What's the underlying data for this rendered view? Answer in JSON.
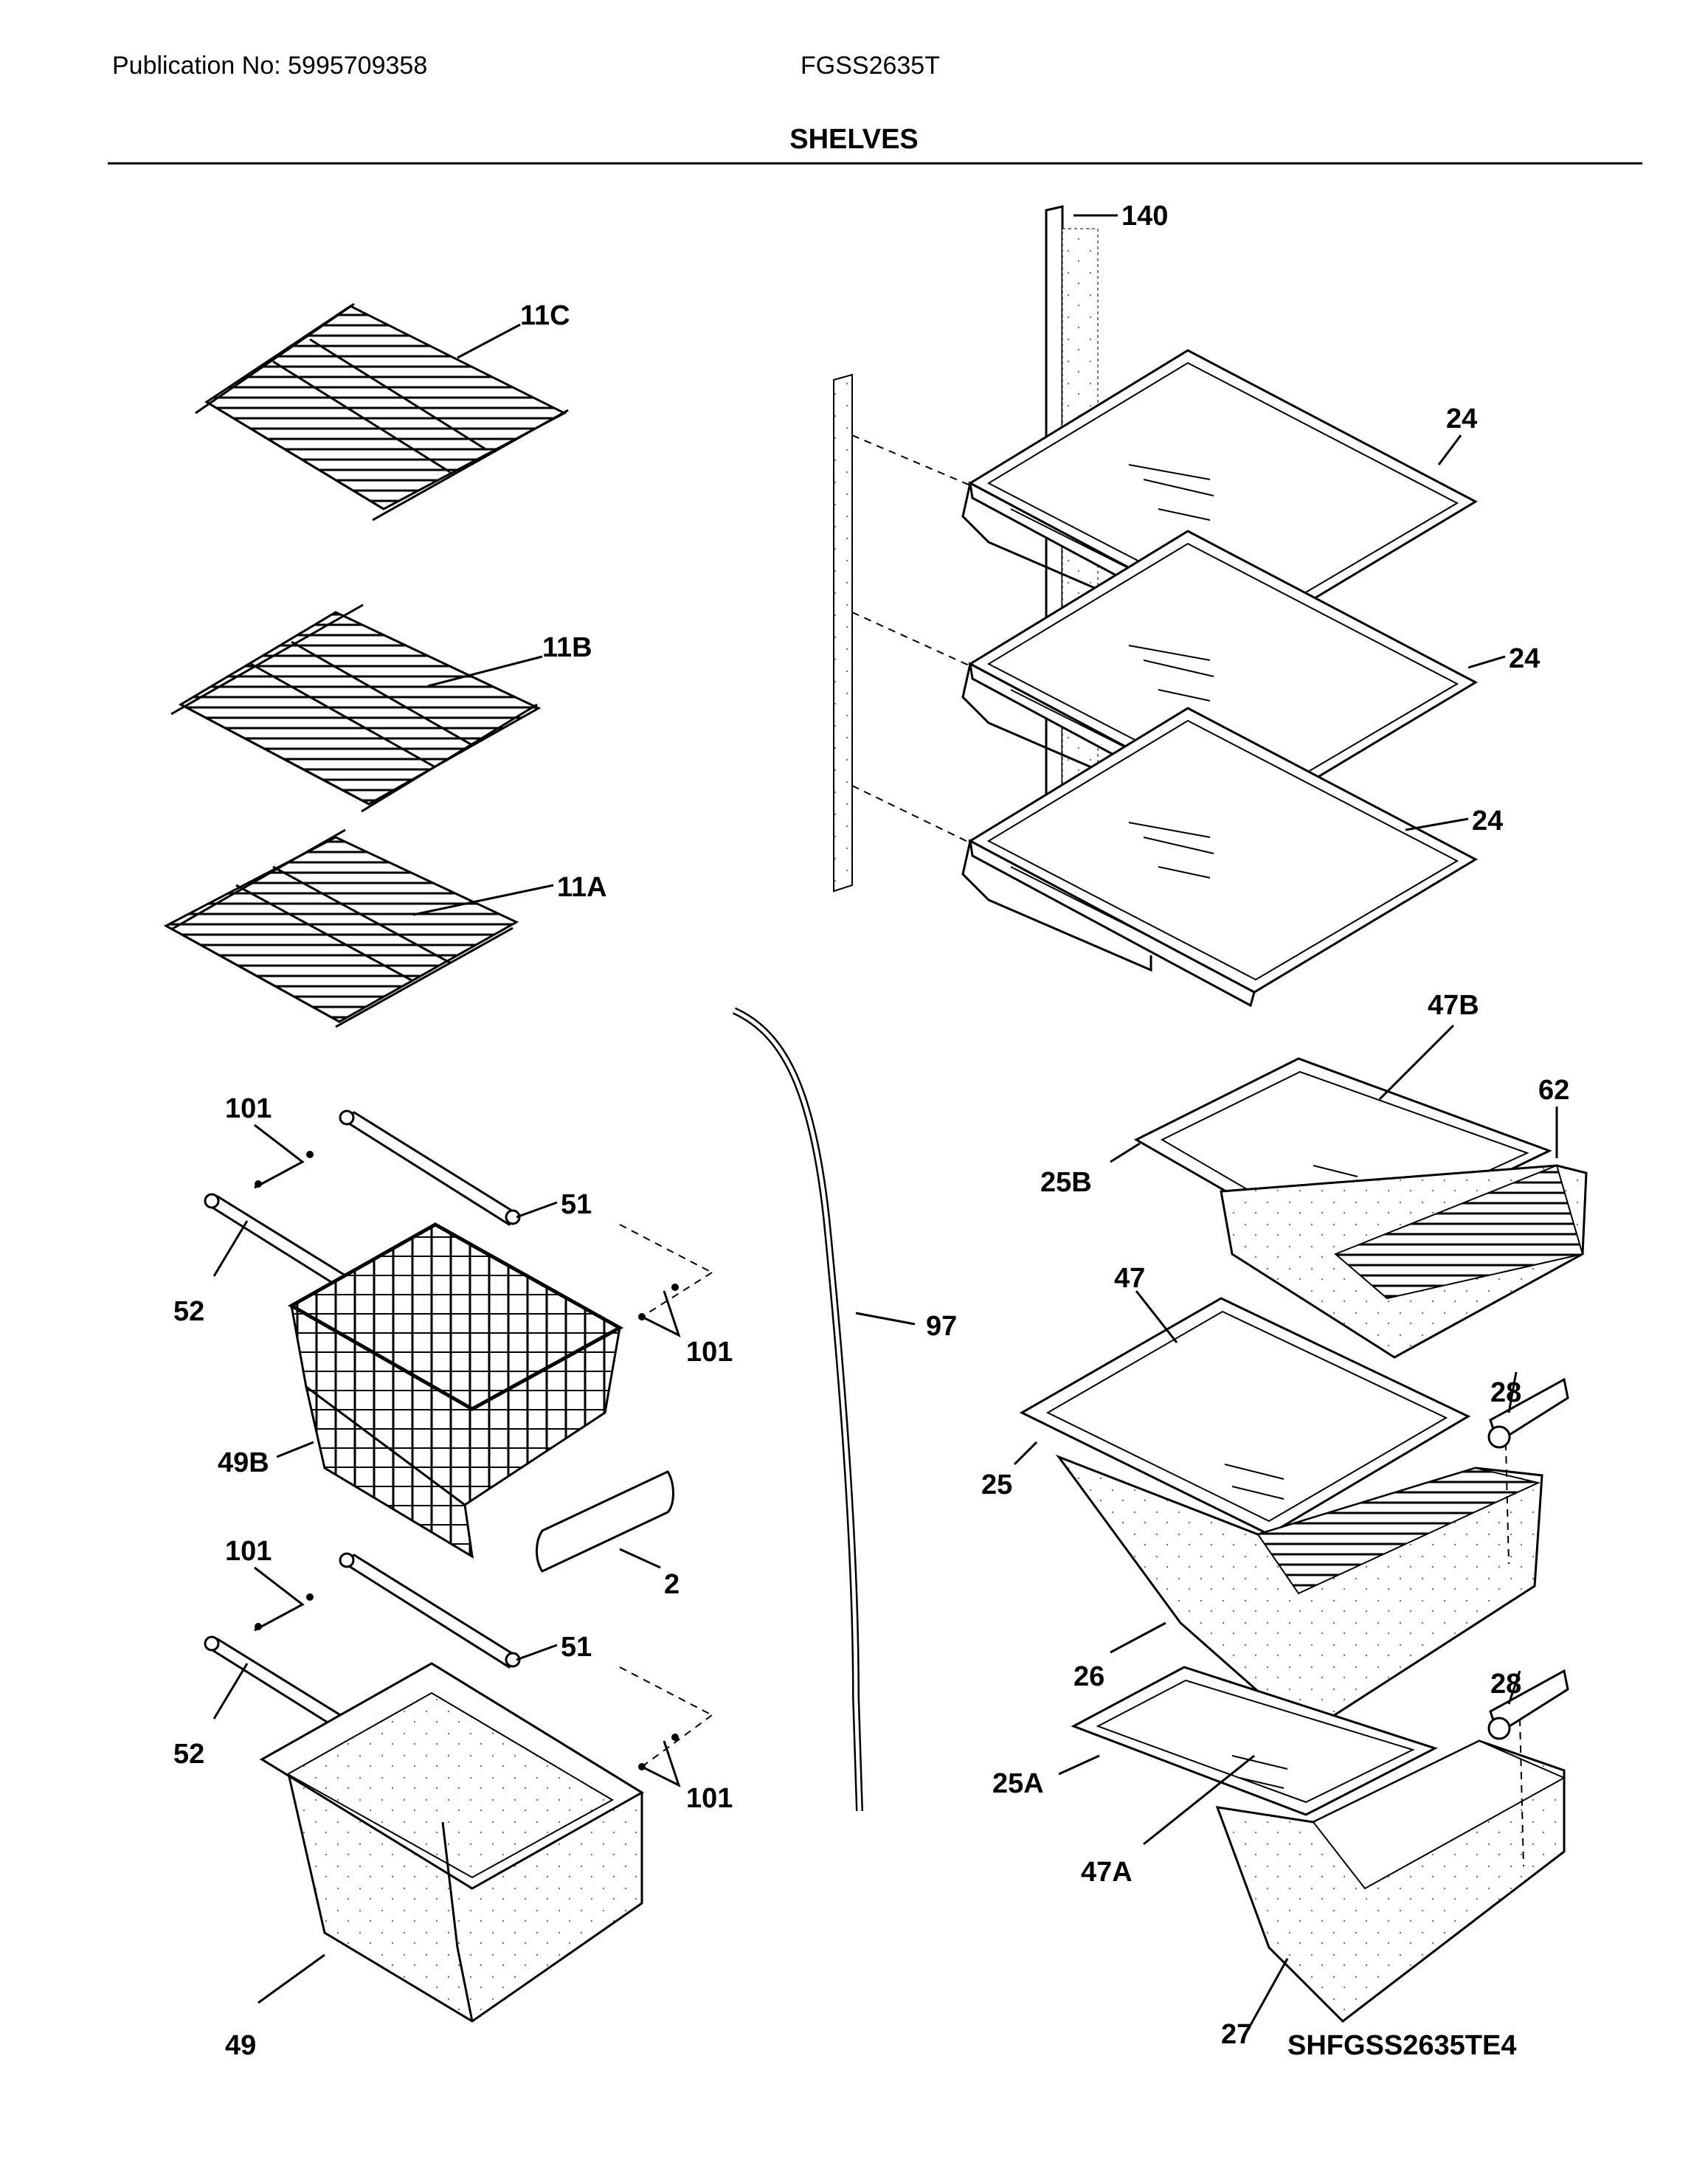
{
  "header": {
    "publication": "Publication No: 5995709358",
    "model": "FGSS2635T",
    "section_title": "SHELVES"
  },
  "callouts": {
    "c140": "140",
    "c11C": "11C",
    "c24a": "24",
    "c11B": "11B",
    "c24b": "24",
    "c24c": "24",
    "c11A": "11A",
    "c47B": "47B",
    "c101a": "101",
    "c62": "62",
    "c51a": "51",
    "c25B": "25B",
    "c52a": "52",
    "c101b": "101",
    "c97": "97",
    "c47": "47",
    "c28a": "28",
    "c49B": "49B",
    "c25": "25",
    "c101c": "101",
    "c2": "2",
    "c51b": "51",
    "c26": "26",
    "c28b": "28",
    "c52b": "52",
    "c25A": "25A",
    "c101d": "101",
    "c47A": "47A",
    "c49": "49",
    "c27": "27"
  },
  "diagram_id": "SHFGSS2635TE4"
}
